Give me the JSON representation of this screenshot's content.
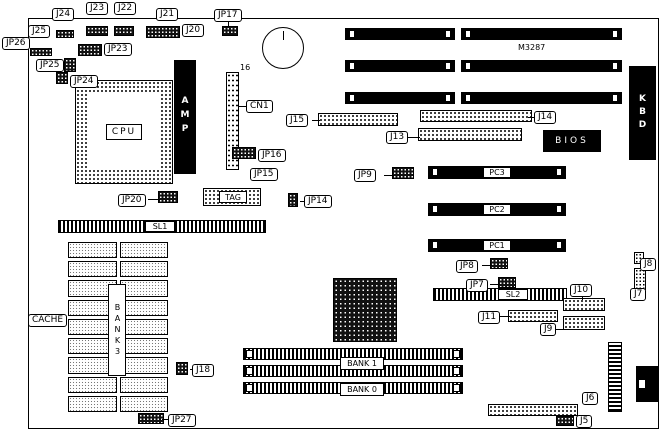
{
  "colors": {
    "ink": "#000000",
    "paper": "#ffffff"
  },
  "labels": {
    "j24": "J24",
    "j23": "J23",
    "j22": "J22",
    "j21": "J21",
    "j20": "J20",
    "j25": "J25",
    "jp26": "JP26",
    "jp23": "JP23",
    "jp25": "JP25",
    "jp24": "JP24",
    "jp17": "JP17",
    "cpu": "CPU",
    "amp": "AMP",
    "pin16": "16",
    "cn1": "CN1",
    "m3287": "M3287",
    "kbd": "KBD",
    "j15": "J15",
    "j13": "J13",
    "j14": "J14",
    "bios": "BIOS",
    "jp16": "JP16",
    "jp15": "JP15",
    "jp9": "JP9",
    "pc3": "PC3",
    "pc2": "PC2",
    "pc1": "PC1",
    "jp20": "JP20",
    "tag": "TAG",
    "jp14": "JP14",
    "sl1": "SL1",
    "cache": "CACHE",
    "bank3": "BANK3",
    "jp8": "JP8",
    "jp7": "JP7",
    "sl2": "SL2",
    "j10": "J10",
    "j8": "J8",
    "j7": "J7",
    "j11": "J11",
    "j9": "J9",
    "j18": "J18",
    "bank1": "BANK 1",
    "bank0": "BANK 0",
    "jp27": "JP27",
    "j6": "J6",
    "j5": "J5"
  }
}
